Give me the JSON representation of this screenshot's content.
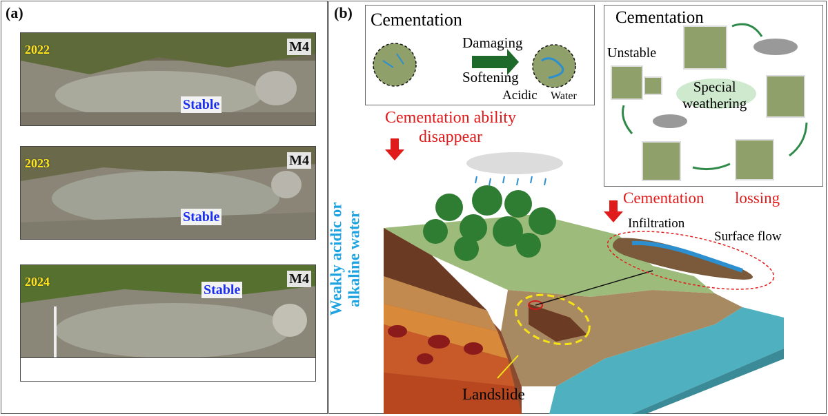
{
  "panel_a": {
    "label": "(a)",
    "photos": [
      {
        "year": "2022",
        "tag": "M4",
        "status": "Stable"
      },
      {
        "year": "2023",
        "tag": "M4",
        "status": "Stable"
      },
      {
        "year": "2024",
        "tag": "M4",
        "status": "Stable"
      }
    ]
  },
  "panel_b": {
    "label": "(b)",
    "cementation_box": {
      "title": "Cementation",
      "arrow_top": "Damaging",
      "arrow_bottom": "Softening",
      "acidic": "Acidic",
      "water": "Water"
    },
    "cycle_box": {
      "title": "Cementation",
      "unstable": "Unstable",
      "center": "Special\nweathering"
    },
    "cement_disappear": "Cementation ability\ndisappear",
    "cement_lossing_1": "Cementation",
    "cement_lossing_2": "lossing",
    "side_text": "Weakly acidic or\nalkaline water",
    "infiltration": "Infiltration",
    "surface_flow": "Surface flow",
    "landslide": "Landslide"
  },
  "colors": {
    "year": "#ffe51a",
    "stable": "#1b2ff0",
    "red_text": "#e01b1b",
    "side_text": "#1fa3e0",
    "block": "#8fa06a",
    "water": "#4fb0c0"
  }
}
